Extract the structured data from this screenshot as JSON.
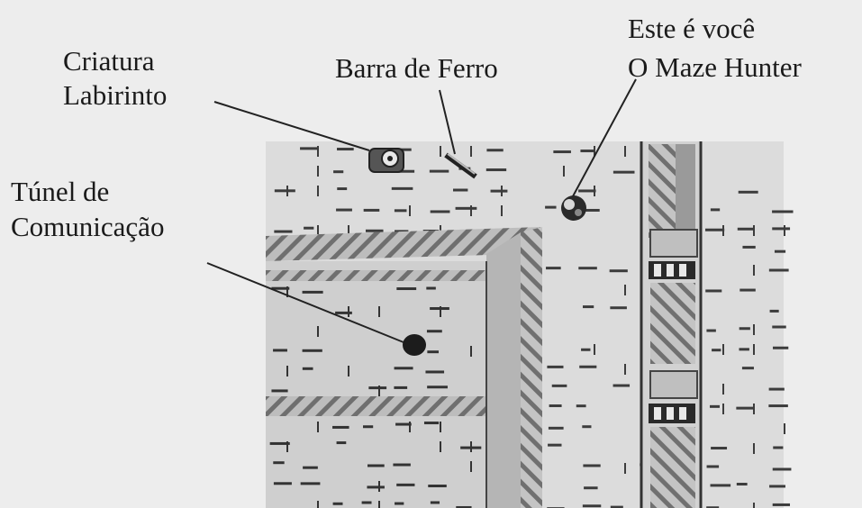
{
  "labels": {
    "creature_line1": "Criatura",
    "creature_line2": "Labirinto",
    "iron_bar": "Barra de Ferro",
    "player_line1": "Este é você",
    "player_line2": "O Maze Hunter",
    "tunnel_line1": "Túnel de",
    "tunnel_line2": "Comunicação"
  },
  "colors": {
    "paper": "#ededed",
    "maze_floor": "#dcdcdc",
    "wall_light": "#f2f2f2",
    "wall_dark": "#555555",
    "ink": "#1a1a1a"
  }
}
